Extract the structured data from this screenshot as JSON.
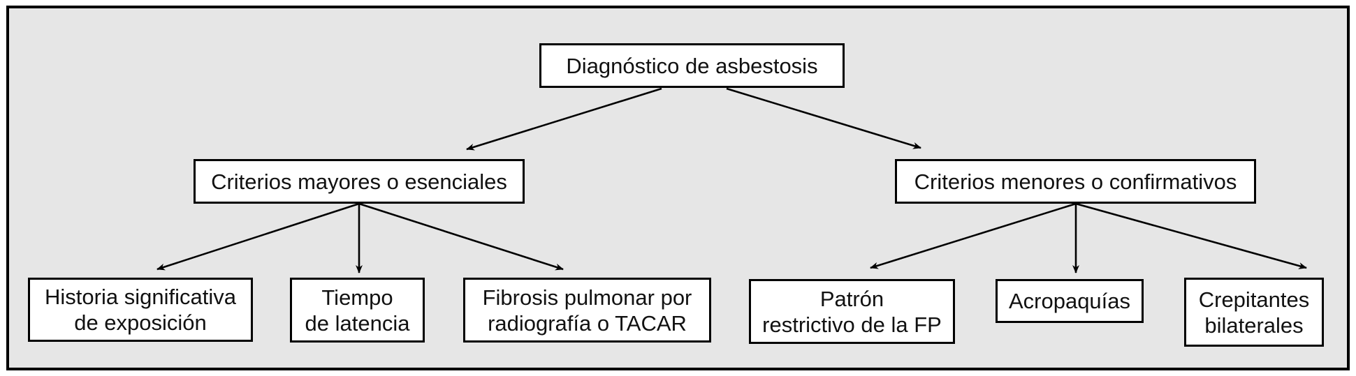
{
  "colors": {
    "canvas_bg": "#ffffff",
    "panel_bg": "#e6e6e6",
    "box_bg": "#ffffff",
    "line": "#000000",
    "text": "#111111"
  },
  "diagram_title": "Diagnóstico de asbestosis",
  "nodes": {
    "root": {
      "label": "Diagnóstico de asbestosis"
    },
    "major": {
      "label": "Criterios mayores o esenciales"
    },
    "minor": {
      "label": "Criterios menores o confirmativos"
    },
    "historia": {
      "line1": "Historia significativa",
      "line2": "de exposición"
    },
    "tiempo": {
      "line1": "Tiempo",
      "line2": "de latencia"
    },
    "fibrosis": {
      "line1": "Fibrosis pulmonar por",
      "line2": "radiografía o TACAR"
    },
    "patron": {
      "line1": "Patrón",
      "line2": "restrictivo de la FP"
    },
    "acropaquias": {
      "label": "Acropaquías"
    },
    "crepitantes": {
      "line1": "Crepitantes",
      "line2": "bilaterales"
    }
  },
  "edges": [
    {
      "from": "root",
      "to": "major"
    },
    {
      "from": "root",
      "to": "minor"
    },
    {
      "from": "major",
      "to": "historia"
    },
    {
      "from": "major",
      "to": "tiempo"
    },
    {
      "from": "major",
      "to": "fibrosis"
    },
    {
      "from": "minor",
      "to": "patron"
    },
    {
      "from": "minor",
      "to": "acropaquias"
    },
    {
      "from": "minor",
      "to": "crepitantes"
    }
  ]
}
